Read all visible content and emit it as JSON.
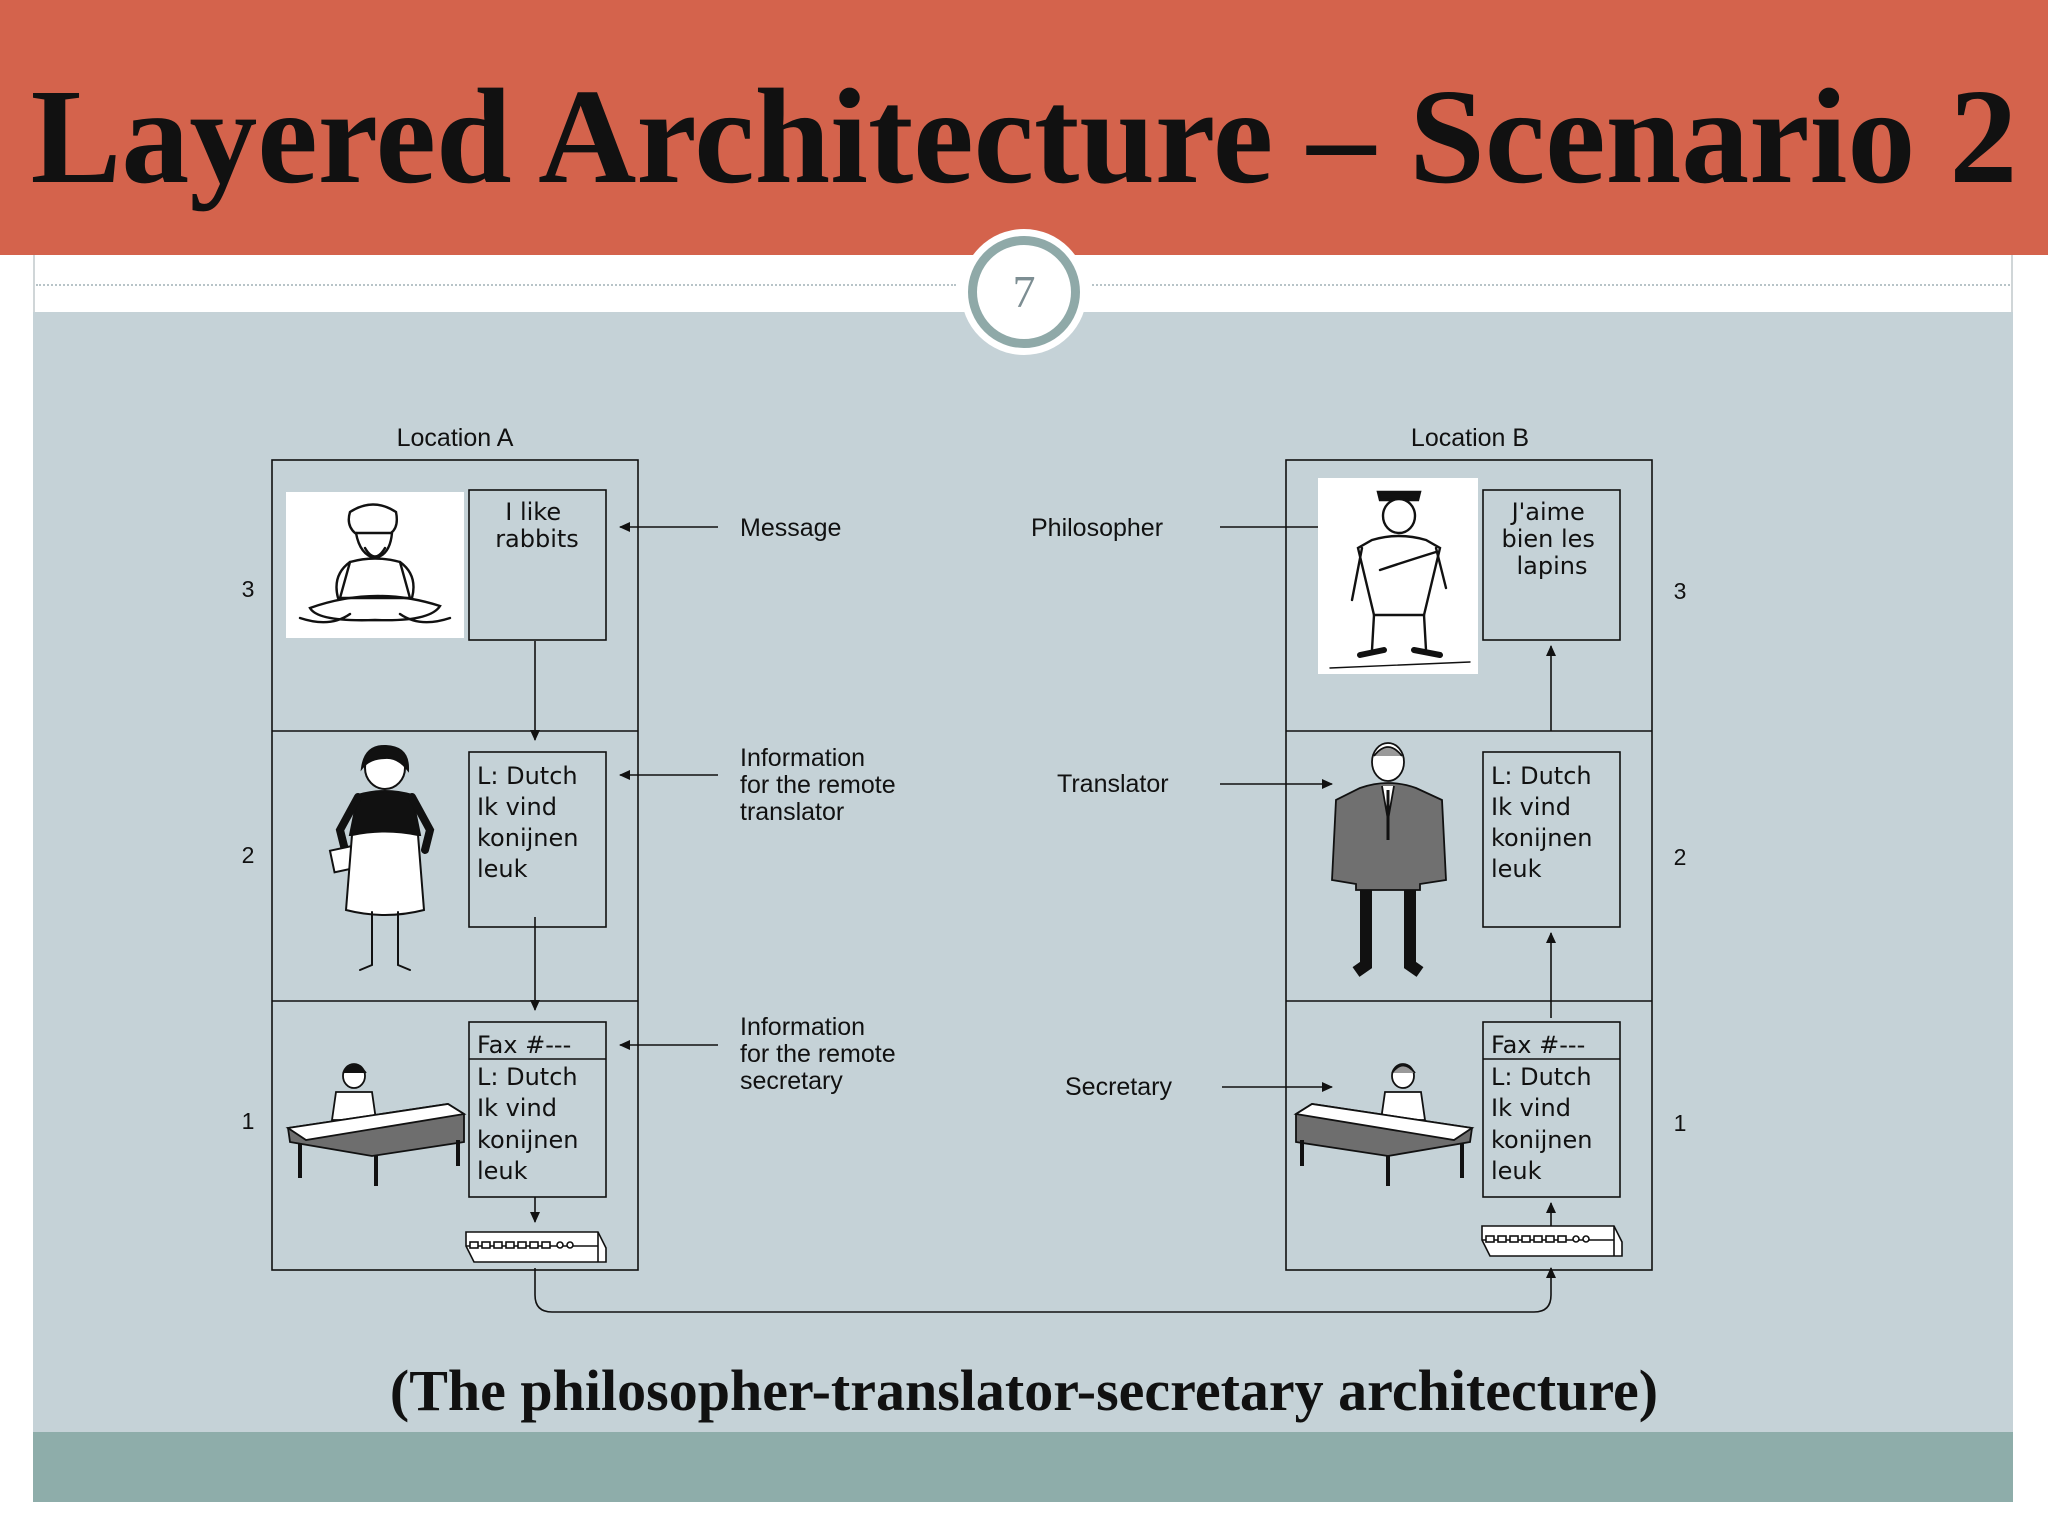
{
  "slide": {
    "title": "Layered Architecture – Scenario 2",
    "slide_number": "7",
    "caption": "(The philosopher-translator-secretary architecture)",
    "colors": {
      "title_bar": "#d4634c",
      "content_bg": "#c5d2d7",
      "footer_bar": "#8eadaa"
    }
  },
  "diagram": {
    "location_a": "Location A",
    "location_b": "Location B",
    "layer_numbers": [
      "3",
      "2",
      "1"
    ],
    "labels": {
      "message": "Message",
      "info_translator": [
        "Information",
        "for the remote",
        "translator"
      ],
      "info_secretary": [
        "Information",
        "for the remote",
        "secretary"
      ],
      "philosopher": "Philosopher",
      "translator": "Translator",
      "secretary": "Secretary"
    },
    "a_boxes": {
      "layer3": [
        "I like",
        "rabbits"
      ],
      "layer2": [
        "L: Dutch",
        "Ik vind",
        "konijnen",
        "leuk"
      ],
      "layer1_header": "Fax #---",
      "layer1": [
        "L: Dutch",
        "Ik vind",
        "konijnen",
        "leuk"
      ]
    },
    "b_boxes": {
      "layer3": [
        "J'aime",
        "bien les",
        "lapins"
      ],
      "layer2": [
        "L: Dutch",
        "Ik vind",
        "konijnen",
        "leuk"
      ],
      "layer1_header": "Fax #---",
      "layer1": [
        "L: Dutch",
        "Ik vind",
        "konijnen",
        "leuk"
      ]
    },
    "icons": [
      "philosopher-a-icon",
      "translator-a-icon",
      "secretary-a-icon",
      "fax-a-icon",
      "philosopher-b-icon",
      "translator-b-icon",
      "secretary-b-icon",
      "fax-b-icon"
    ]
  }
}
